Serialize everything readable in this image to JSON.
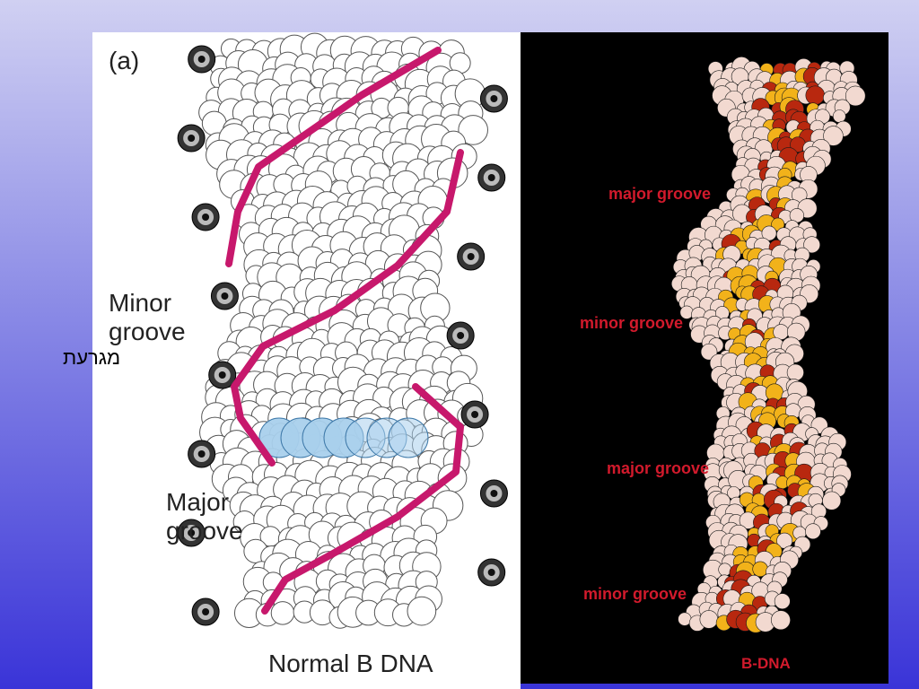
{
  "panel_a": {
    "tag": "(a)",
    "minor_groove": [
      "Minor",
      "groove"
    ],
    "major_groove": [
      "Major",
      "groove"
    ],
    "caption": "Normal B DNA",
    "strand_color": "#c7186c",
    "base_pair_color": "#a9d0ec"
  },
  "panel_b": {
    "labels": [
      "major groove",
      "minor groove",
      "major groove",
      "minor groove"
    ],
    "caption": "B-DNA",
    "label_color": "#d21a2c",
    "atom_colors": [
      "#f2d9d0",
      "#f2b21a",
      "#b8280f"
    ]
  },
  "annotation": {
    "hebrew": "מגרעת"
  }
}
